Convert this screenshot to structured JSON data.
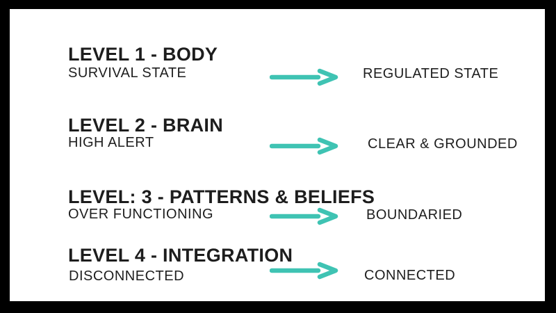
{
  "slide": {
    "frame_color": "#000000",
    "panel_color": "#ffffff",
    "text_color": "#1d1d1d",
    "accent_color": "#3FC3B3"
  },
  "rows": [
    {
      "heading": "LEVEL 1 - BODY",
      "from_state": "SURVIVAL STATE",
      "to_state": "REGULATED STATE"
    },
    {
      "heading": "LEVEL 2 - BRAIN",
      "from_state": "HIGH ALERT",
      "to_state": "CLEAR & GROUNDED"
    },
    {
      "heading": "LEVEL: 3 - PATTERNS & BELIEFS",
      "from_state": "OVER FUNCTIONING",
      "to_state": "BOUNDARIED"
    },
    {
      "heading": "LEVEL 4 - INTEGRATION",
      "from_state": "DISCONNECTED",
      "to_state": "CONNECTED"
    }
  ]
}
